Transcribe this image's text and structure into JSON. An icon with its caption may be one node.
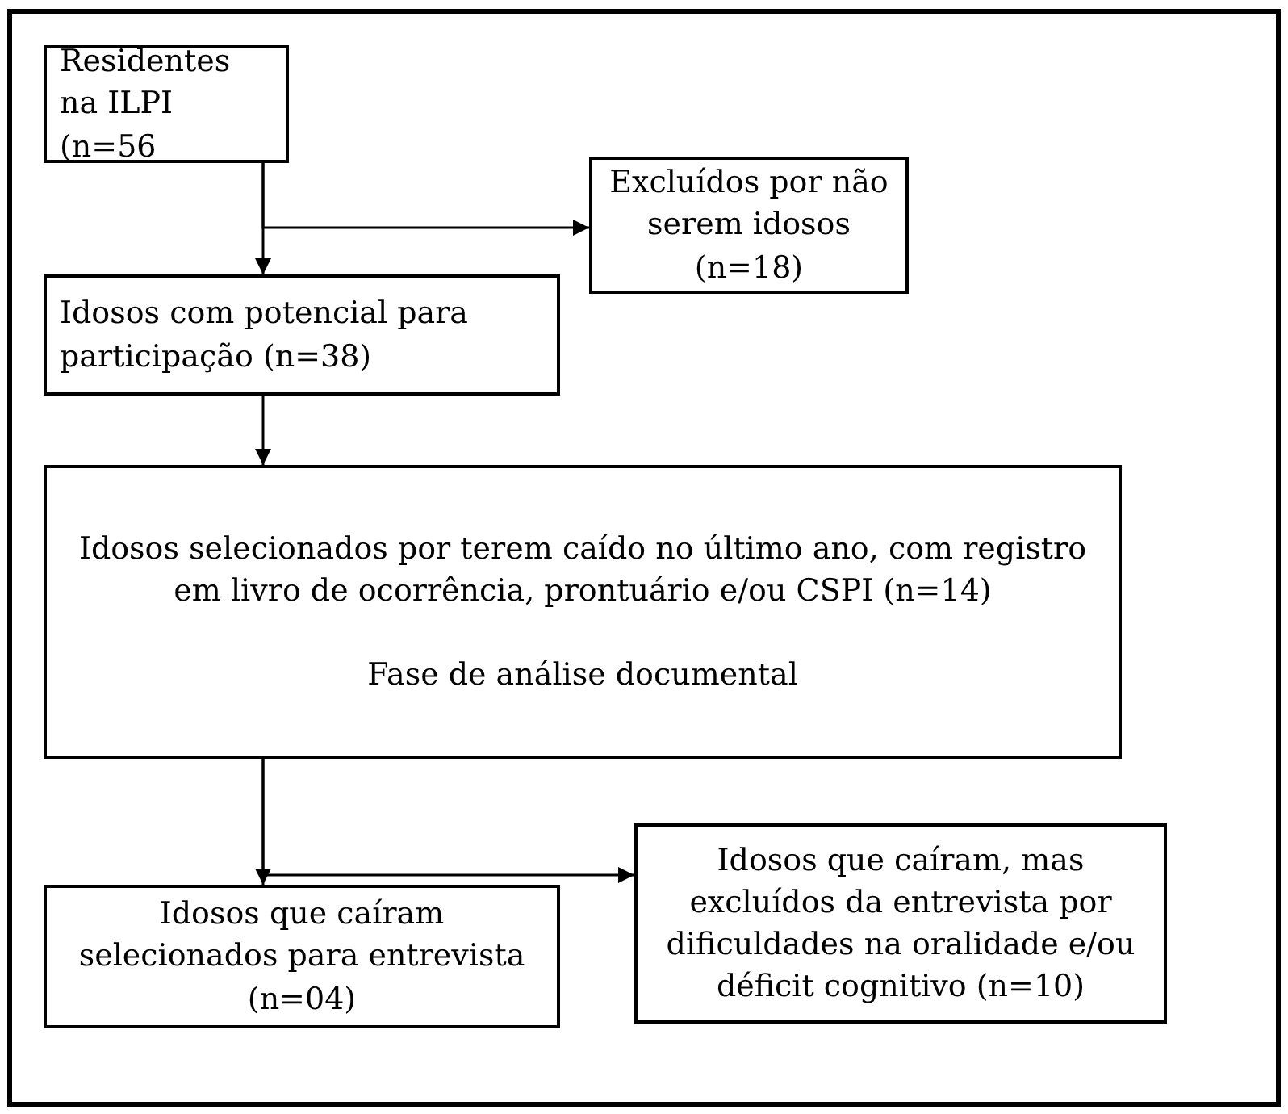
{
  "diagram": {
    "nodes": [
      {
        "text": [
          "Residentes na ILPI (n=56"
        ]
      },
      {
        "text": [
          "Excluídos por não serem idosos (n=18)"
        ]
      },
      {
        "text": [
          "Idosos com potencial para participação (n=38)"
        ]
      },
      {
        "text": [
          "Idosos selecionados por terem caído no último ano, com registro em livro de ocorrência, prontuário e/ou CSPI (n=14)",
          "Fase de análise documental"
        ]
      },
      {
        "text": [
          "Idosos que caíram, mas excluídos da entrevista por dificuldades na oralidade e/ou déficit cognitivo (n=10)"
        ]
      },
      {
        "text": [
          "Idosos que caíram selecionados para entrevista (n=04)"
        ]
      }
    ],
    "edges": [
      {
        "from": 0,
        "to": 2,
        "arrow": "to"
      },
      {
        "from": 0,
        "to": 1,
        "arrow": "to"
      },
      {
        "from": 2,
        "to": 3,
        "arrow": "to"
      },
      {
        "from": 3,
        "to": 5,
        "arrow": "to"
      },
      {
        "from": 3,
        "to": 4,
        "arrow": "to"
      }
    ]
  }
}
